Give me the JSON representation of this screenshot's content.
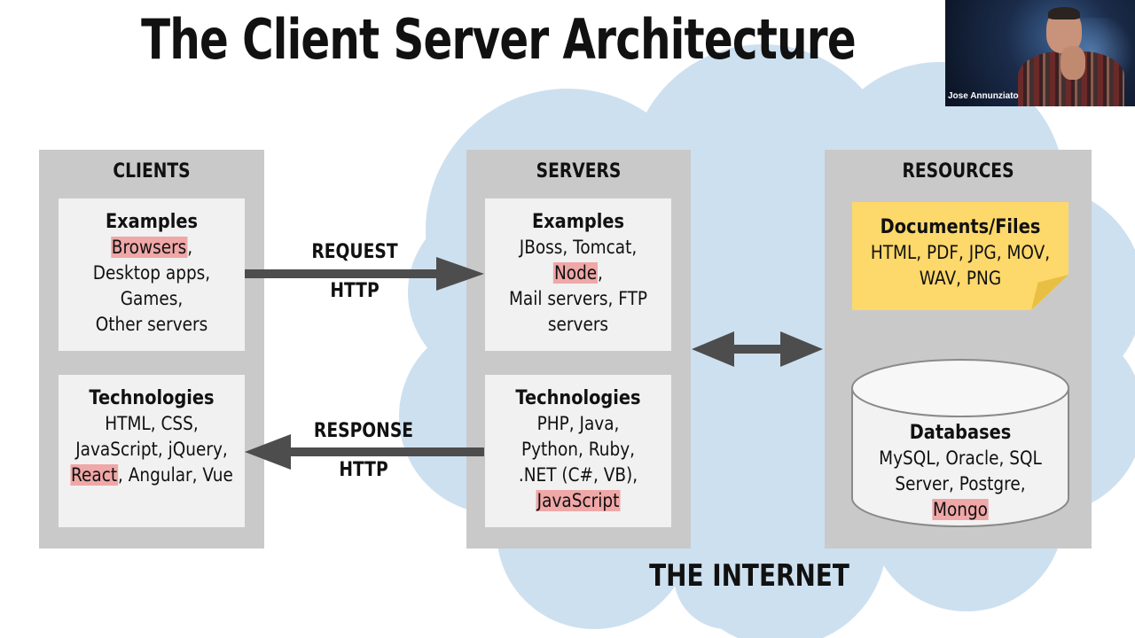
{
  "title": "The Client Server Architecture",
  "colors": {
    "cloud": "#cde0f0",
    "column_box": "#c9c9c9",
    "panel": "#f1f1f1",
    "highlight": "#efa7a7",
    "note": "#fdd86a",
    "arrow": "#4d4d4d"
  },
  "clients": {
    "heading": "CLIENTS",
    "examples": {
      "heading": "Examples",
      "highlight": "Browsers",
      "highlight_suffix": ",",
      "lines": [
        "Desktop apps,",
        "Games,",
        "Other servers"
      ]
    },
    "technologies": {
      "heading": "Technologies",
      "lines": [
        "HTML, CSS,",
        "JavaScript, jQuery,"
      ],
      "highlight": "React",
      "last_line_rest": ", Angular, Vue"
    }
  },
  "servers": {
    "heading": "SERVERS",
    "examples": {
      "heading": "Examples",
      "line1_prefix": "JBoss, Tomcat, ",
      "highlight": "Node",
      "line1_suffix": ",",
      "lines": [
        "Mail servers, FTP",
        "servers"
      ]
    },
    "technologies": {
      "heading": "Technologies",
      "lines": [
        "PHP, Java,",
        "Python, Ruby,",
        ".NET (C#, VB),"
      ],
      "highlight": "JavaScript"
    }
  },
  "resources": {
    "heading": "RESOURCES",
    "documents": {
      "heading": "Documents/Files",
      "lines": [
        "HTML, PDF, JPG, MOV,",
        "WAV, PNG"
      ]
    },
    "databases": {
      "heading": "Databases",
      "lines": [
        "MySQL, Oracle, SQL"
      ],
      "last_line_prefix": "Server, Postgre, ",
      "highlight": "Mongo"
    }
  },
  "arrows": {
    "request": {
      "label": "REQUEST",
      "protocol": "HTTP"
    },
    "response": {
      "label": "RESPONSE",
      "protocol": "HTTP"
    }
  },
  "internet_label": "THE INTERNET",
  "video": {
    "name": "Jose Annunziato"
  }
}
